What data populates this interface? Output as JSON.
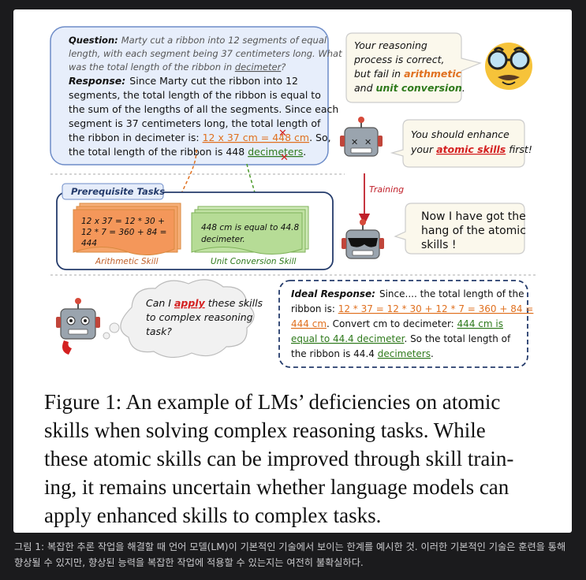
{
  "question": {
    "label": "Question:",
    "line1": "Marty cut a ribbon into 12 segments of equal",
    "line2": "length, with each segment being 37 centimeters long. What",
    "line3_pre": "was the total length of the ribbon in ",
    "line3_mark": "decimeter",
    "line3_post": "?"
  },
  "response": {
    "label": "Response:",
    "line1": "Since Marty cut the ribbon into 12",
    "line2": "segments, the total length of the ribbon is equal to",
    "line3": "the sum of the lengths of all the segments. Since each",
    "line4": "segment is 37 centimeters long, the total length of",
    "line5_pre": "the ribbon in decimeter is: ",
    "line5_mark": "12 x 37 cm = 448 cm",
    "line5_post": ". So,",
    "line6_pre": "the total length of the ribbon is 448 ",
    "line6_mark": "decimeters",
    "line6_post": "."
  },
  "bubble_reasoning": {
    "l1": "Your reasoning",
    "l2": "process is correct,",
    "l3_pre": "but fail in ",
    "l3_mark": "arithmetic",
    "l4_pre": "and ",
    "l4_mark": "unit conversion",
    "l4_post": "."
  },
  "bubble_enhance": {
    "l1": "You should enhance",
    "l2_pre": "your ",
    "l2_mark": "atomic skills",
    "l2_post": " first!"
  },
  "prereq": {
    "title": "Prerequisite Tasks",
    "arith_l1": "12 x 37 = 12 * 30 +",
    "arith_l2": "12 * 7 = 360 + 84 =",
    "arith_l3": "444",
    "arith_label": "Arithmetic Skill",
    "unit_l1": "448 cm is equal to 44.8",
    "unit_l2": "decimeter.",
    "unit_label": "Unit Conversion Skill"
  },
  "training_label": "Training",
  "bubble_got": {
    "l1": "Now I have got the",
    "l2": "hang of the atomic",
    "l3": "skills !"
  },
  "thought": {
    "l1_pre": "Can I ",
    "l1_mark": "apply",
    "l1_post": " these skills",
    "l2": "to complex reasoning",
    "l3": "task?"
  },
  "ideal": {
    "label": "Ideal Response:",
    "l1_post": "Since.... the total length of the",
    "l2_pre": "ribbon is: ",
    "l2_mark": "12 * 37 = 12 * 30 + 12 * 7 = 360 + 84 =",
    "l3_mark": "444 cm",
    "l3_mid": ". Convert cm to decimeter: ",
    "l3_mark2": "444 cm is",
    "l4_mark": "equal to 44.4 decimeter",
    "l4_post": ". So the total length of",
    "l5_pre": "the ribbon is 44.4 ",
    "l5_mark": "decimeters",
    "l5_post": "."
  },
  "figure_caption": {
    "line1": "Figure 1: An example of LMs’ deficiencies on atomic",
    "line2": "skills when solving complex reasoning tasks.  While",
    "line3": "these atomic skills can be improved through skill train-",
    "line4": "ing, it remains uncertain whether language models can",
    "line5": "apply enhanced skills to complex tasks."
  },
  "korean_caption": "그림 1: 복잡한 추론 작업을 해결할 때 언어 모델(LM)이 기본적인 기술에서 보이는 한계를 예시한 것. 이러한 기본적인 기술은 훈련을 통해 향상될 수 있지만, 향상된 능력을 복잡한 작업에 적용할 수 있는지는 여전히 불확실하다.",
  "colors": {
    "orange": "#e0701f",
    "green": "#4c9a2a",
    "red": "#d42020",
    "navy": "#243b6b",
    "blue_fill": "#eef3fb",
    "blue_stroke": "#6d8cc8"
  }
}
